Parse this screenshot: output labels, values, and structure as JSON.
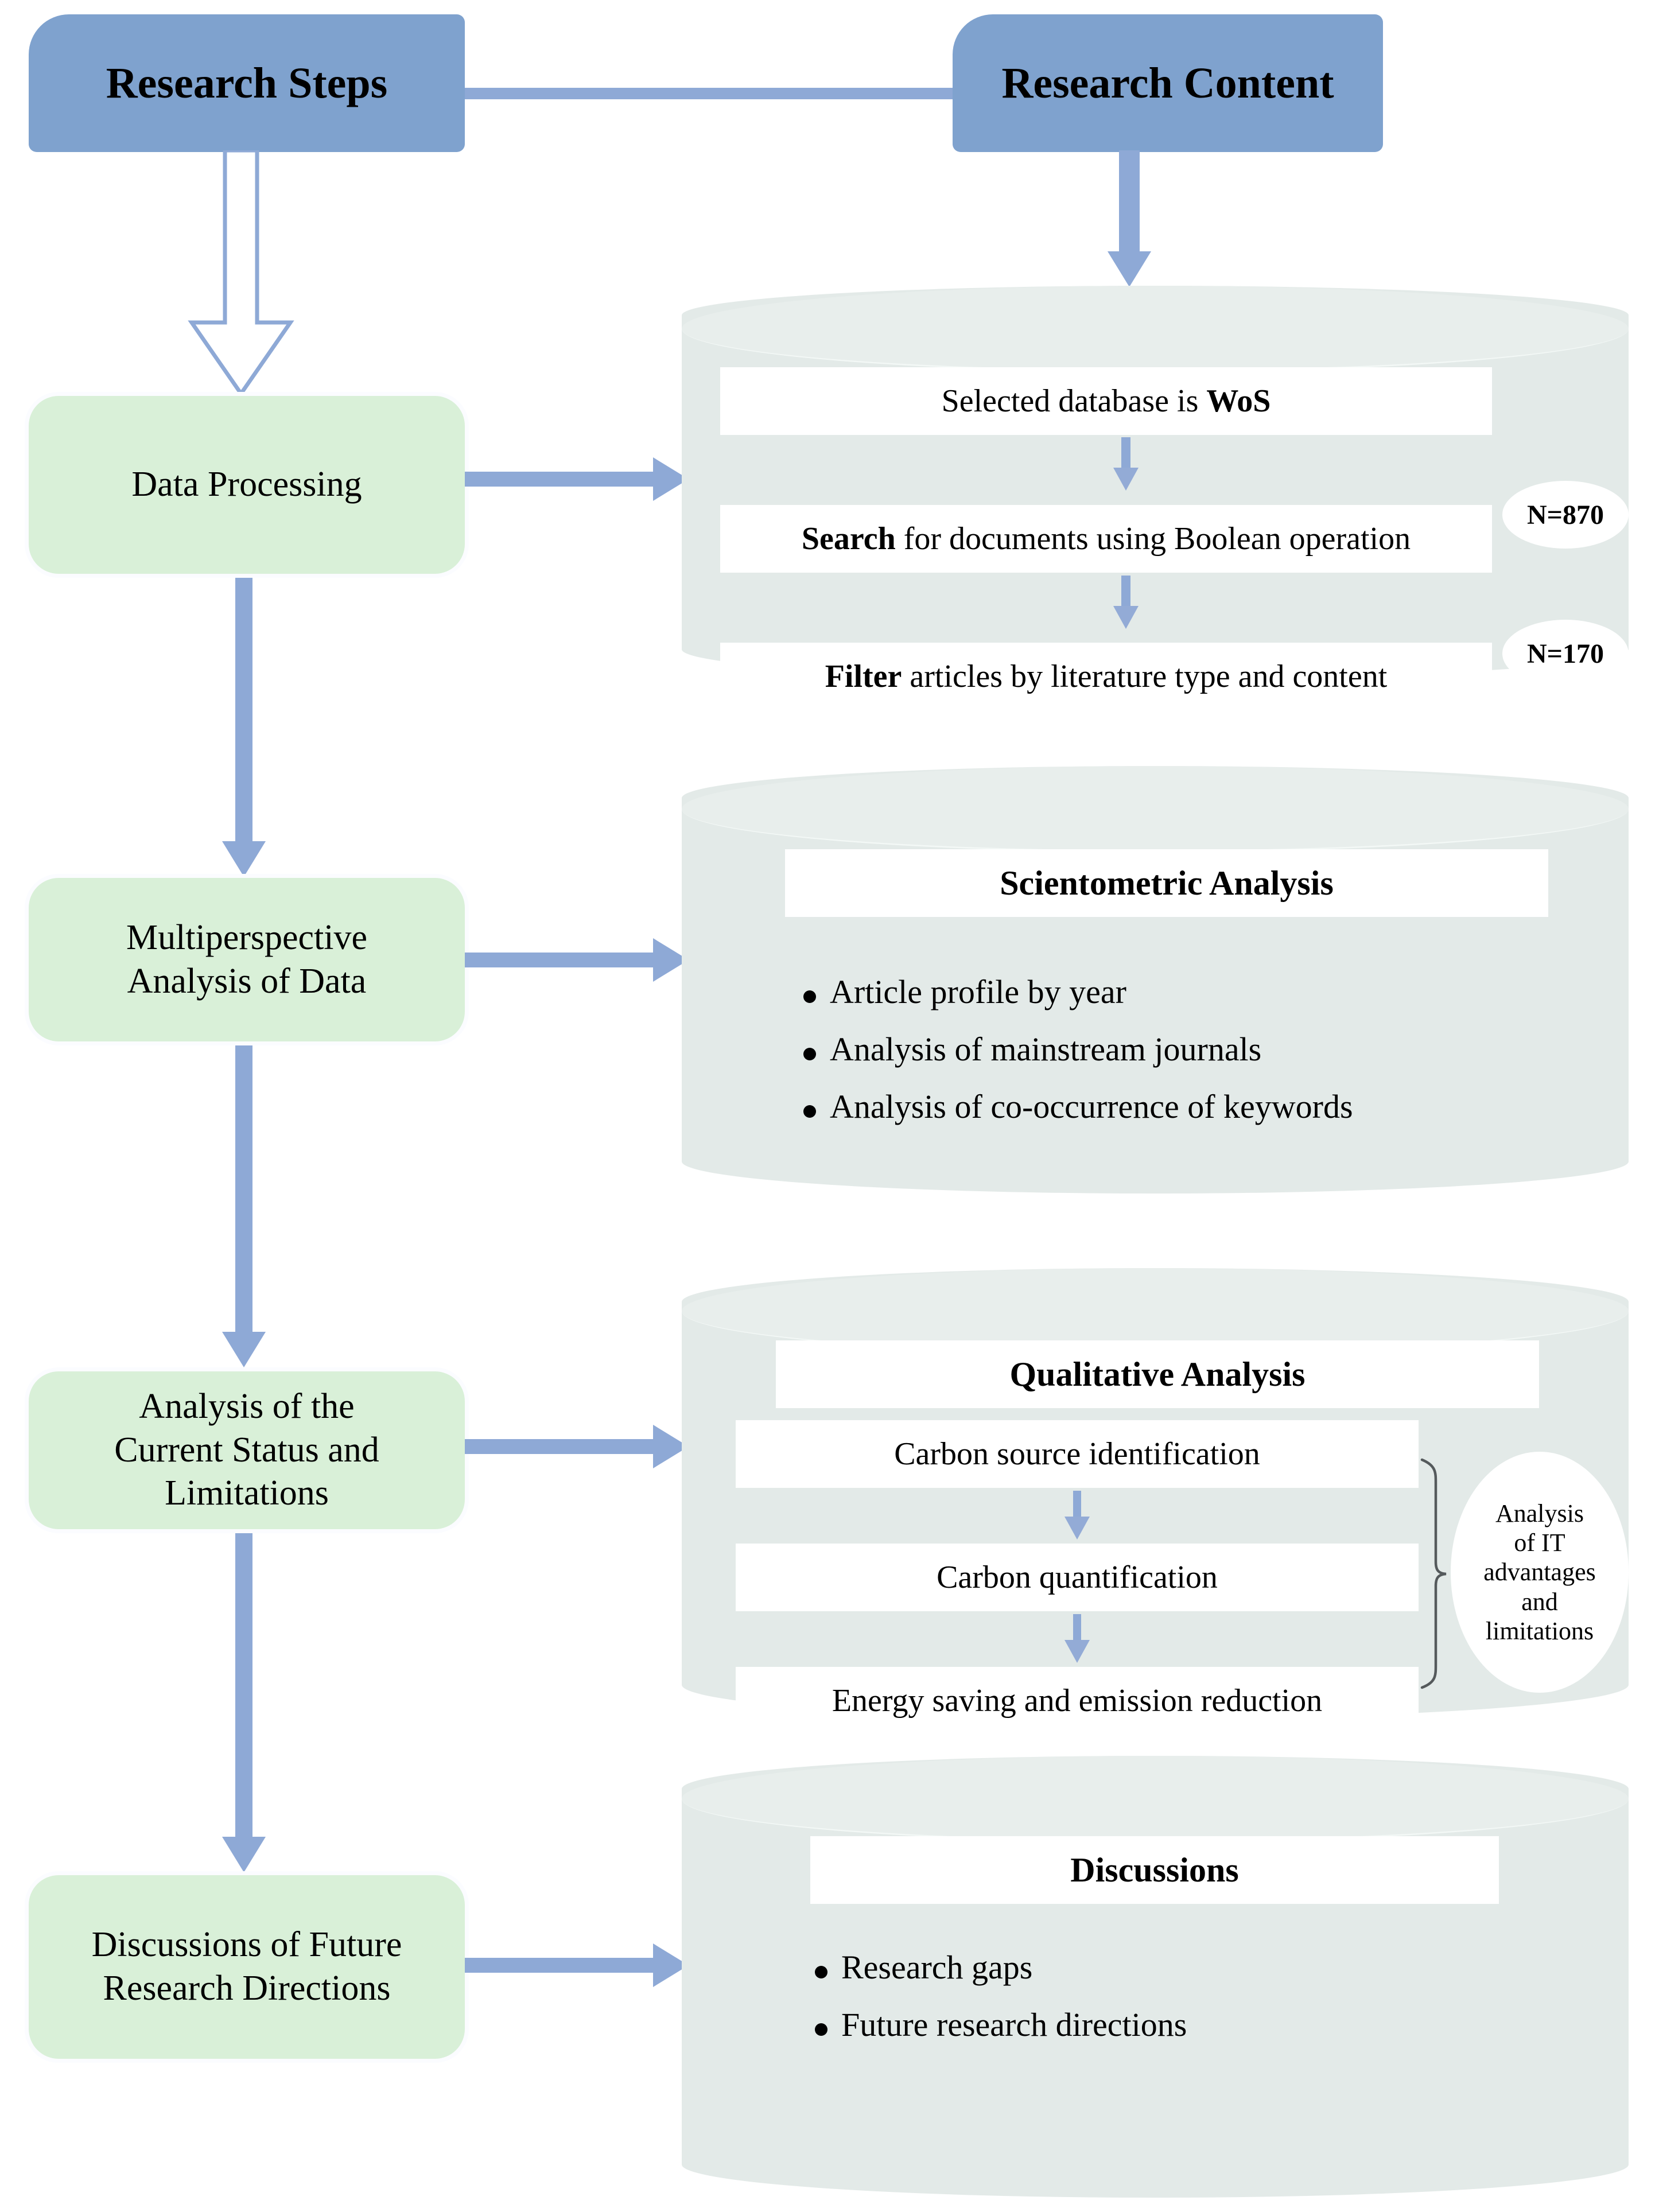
{
  "headers": {
    "left": "Research Steps",
    "right": "Research Content"
  },
  "steps": [
    {
      "id": "data-processing",
      "label": "Data Processing"
    },
    {
      "id": "multiperspective-analysis",
      "label": "Multiperspective\nAnalysis of Data"
    },
    {
      "id": "current-status",
      "label": "Analysis of the\nCurrent Status and\nLimitations"
    },
    {
      "id": "future-directions",
      "label": "Discussions of Future\nResearch Directions"
    }
  ],
  "cylinder1": {
    "rows": [
      {
        "pre": "",
        "bold": "",
        "text": "Selected database is ",
        "post_bold": "WoS"
      },
      {
        "bold": "Search",
        "text": " for documents using Boolean operation"
      },
      {
        "bold": "Filter",
        "text": " articles by literature type and content"
      }
    ],
    "badges": [
      {
        "label": "N=870"
      },
      {
        "label": "N=170"
      }
    ]
  },
  "cylinder2": {
    "title": "Scientometric Analysis",
    "bullets": [
      "Article profile by year",
      "Analysis of mainstream journals",
      "Analysis of co-occurrence of keywords"
    ]
  },
  "cylinder3": {
    "title": "Qualitative Analysis",
    "rows": [
      "Carbon source identification",
      "Carbon quantification",
      "Energy saving and emission reduction"
    ],
    "note": "Analysis\nof IT\nadvantages\nand\nlimitations"
  },
  "cylinder4": {
    "title": "Discussions",
    "bullets": [
      "Research gaps",
      "Future research directions"
    ]
  },
  "colors": {
    "header_blue": "#7fa2ce",
    "step_green": "#d9f0d8",
    "cylinder_gray": "#e3eae8",
    "connector_blue": "#8ea9d6"
  }
}
